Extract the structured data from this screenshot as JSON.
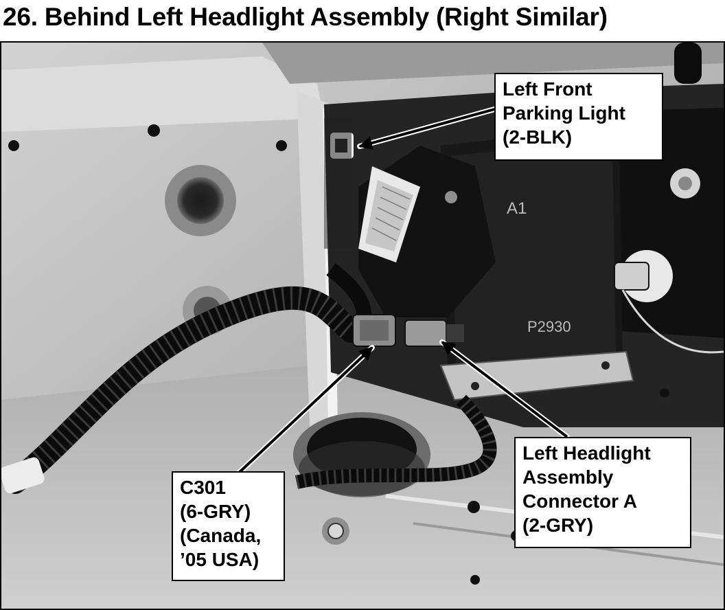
{
  "page": {
    "title": "26. Behind Left Headlight Assembly (Right Similar)"
  },
  "photo": {
    "stamps": {
      "a1": "A1",
      "p2930": "P2930"
    }
  },
  "callouts": {
    "parking_light": {
      "lines": [
        "Left Front",
        "Parking Light",
        "(2-BLK)"
      ]
    },
    "headlight_connector": {
      "lines": [
        "Left Headlight",
        "Assembly",
        "Connector A",
        "(2-GRY)"
      ]
    },
    "c301": {
      "lines": [
        "C301",
        "(6-GRY)",
        "(Canada,",
        "’05 USA)"
      ]
    }
  },
  "colors": {
    "panel": "#bdbdbd",
    "shadow": "#1c1c1c",
    "harness": "#0d0d0d",
    "housing": "#161616",
    "label_bg": "#ffffff"
  }
}
